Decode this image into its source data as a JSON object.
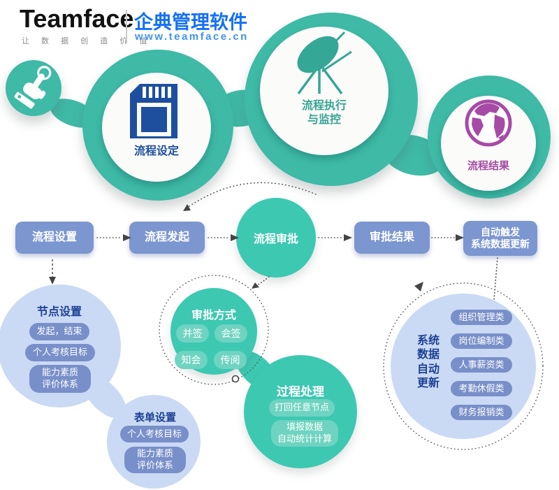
{
  "brand": {
    "name": "Teamface",
    "tagline": "让 数 据 创 造 价 值",
    "product": "企典管理软件",
    "website": "www.teamface.cn"
  },
  "stages": {
    "s1": {
      "label": "流程设定"
    },
    "s2": {
      "label": "流程执行\n与监控"
    },
    "s3": {
      "label": "流程结果"
    }
  },
  "flow": {
    "step1": "流程设置",
    "step2": "流程发起",
    "step3": "流程审批",
    "step4": "审批结果",
    "step5": "自动触发\n系统数据更新"
  },
  "node_settings": {
    "title": "节点设置",
    "items": [
      "发起，结束",
      "个人考核目标",
      "能力素质\n评价体系"
    ]
  },
  "form_settings": {
    "title": "表单设置",
    "items": [
      "个人考核目标",
      "能力素质\n评价体系"
    ]
  },
  "approval_methods": {
    "title": "审批方式",
    "items": [
      "并签",
      "会签",
      "知会",
      "传阅"
    ]
  },
  "process_handling": {
    "title": "过程处理",
    "items": [
      "打回任意节点",
      "填报数据\n自动统计计算"
    ]
  },
  "system_update": {
    "title": "系统\n数据\n自动\n更新",
    "items": [
      "组织管理类",
      "岗位编制类",
      "人事薪资类",
      "考勤休假类",
      "财务报销类"
    ]
  },
  "colors": {
    "teal": "#3ebaa7",
    "teal_mid": "#3dc8b2",
    "teal_pill": "#6fd3c1",
    "blue_box": "#7c96d0",
    "blue_pill": "#788fc9",
    "light_blue": "#cadaf4",
    "dark_blue": "#1d4095",
    "icon_blue": "#1d4f9e",
    "purple": "#a54ba5",
    "logo_blue": "#1470f5"
  }
}
